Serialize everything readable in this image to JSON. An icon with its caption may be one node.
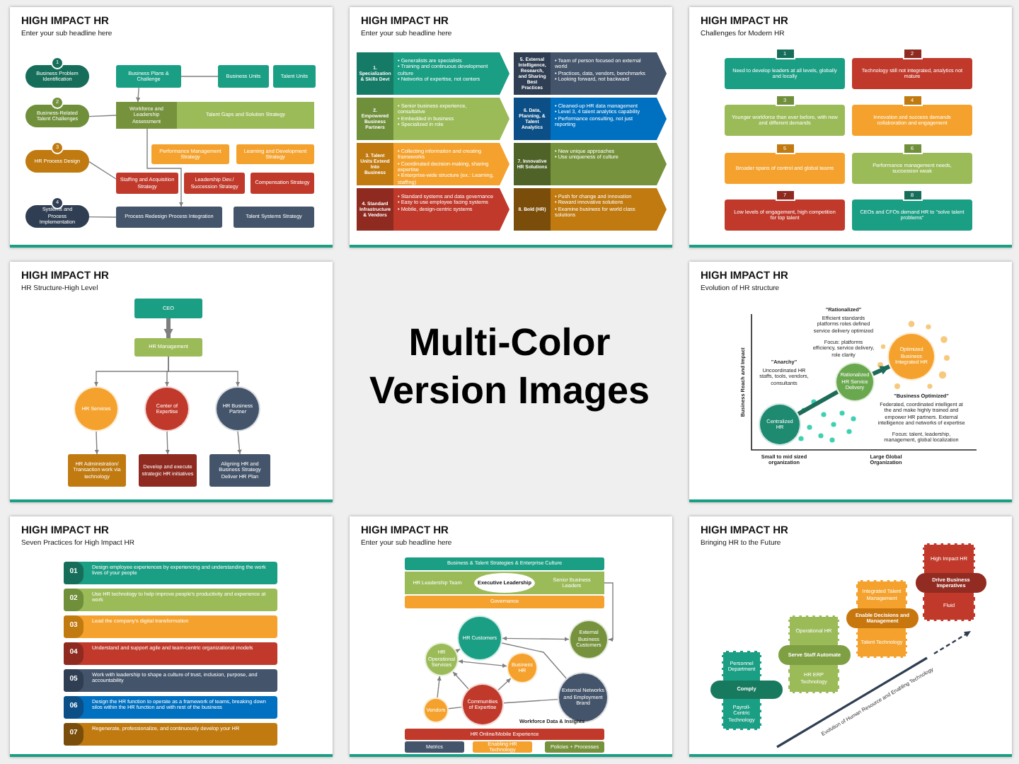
{
  "diagram": {
    "title": "Multi-Color Version Images",
    "nodes": [
      {
        "text": [
          "HIGH IMPACT HR",
          "Enter your sub headline here"
        ]
      },
      {
        "text": [
          "1",
          "Business Problem Identification"
        ],
        "in": 0
      },
      {
        "text": [
          "2",
          "Business-Related Talent Challenges"
        ],
        "in": 0
      },
      {
        "text": [
          "3",
          "HR Process Design"
        ],
        "in": 0
      },
      {
        "text": [
          "4",
          "Systems and Process Implementation"
        ],
        "in": 0
      },
      {
        "text": [
          "Business Plans & Challenge"
        ],
        "in": 0
      },
      {
        "text": [
          "Business Units"
        ],
        "in": 0
      },
      {
        "text": [
          "Talent Units"
        ],
        "in": 0
      },
      {
        "text": [
          "Workforce and Leadership Assessment",
          "Talent Gaps and Solution Strategy"
        ],
        "in": 0
      },
      {
        "text": [
          "Performance Management Strategy"
        ],
        "in": 0
      },
      {
        "text": [
          "Learning and Development Strategy"
        ],
        "in": 0
      },
      {
        "text": [
          "Staffing and Acquisition Strategy"
        ],
        "in": 0
      },
      {
        "text": [
          "Leadership Dev./ Succession Strategy"
        ],
        "in": 0
      },
      {
        "text": [
          "Compensation Strategy"
        ],
        "in": 0
      },
      {
        "text": [
          "Process Redesign Process Integration"
        ],
        "in": 0
      },
      {
        "text": [
          "Talent Systems Strategy"
        ],
        "in": 0
      },
      {
        "text": [
          "HIGH IMPACT HR",
          "Enter your sub headline here"
        ]
      },
      {
        "text": [
          "1. Specialization & Skills Devt",
          "• Generalists are specialists",
          "• Training and continuous development culture",
          "• Networks of expertise, not centers"
        ],
        "in": 16
      },
      {
        "text": [
          "2. Empowered Business Partners",
          "• Senior business experience, consultative",
          "• Embedded in business",
          "• Specialized in role"
        ],
        "in": 16
      },
      {
        "text": [
          "3. Talent Units Extend Into Business",
          "• Collecting information and creating frameworks",
          "• Coordinated decision-making, sharing expertise",
          "• Enterprise-wide structure (ex.: Learning, staffing)"
        ],
        "in": 16
      },
      {
        "text": [
          "4. Standard Infrastructure & Vendors",
          "• Standard systems and data governance",
          "• Easy to use employee facing systems",
          "• Mobile, design-centric systems"
        ],
        "in": 16
      },
      {
        "text": [
          "5. External Intelligence, Research, and Sharing Best Practices",
          "• Team of person focused on external world",
          "• Practices, data, vendors, benchmarks",
          "• Looking forward, not backward"
        ],
        "in": 16
      },
      {
        "text": [
          "6. Data, Planning, & Talent Analytics",
          "• Cleaned-up HR data management",
          "• Level 3, 4 talent analytics capability",
          "• Performance consulting, not just reporting"
        ],
        "in": 16
      },
      {
        "text": [
          "7. Innovative HR Solutions",
          "• New unique approaches",
          "• Use uniqueness of culture"
        ],
        "in": 16
      },
      {
        "text": [
          "8. Bold (HR)",
          "• Push for change and innovation",
          "• Reward innovative solutions",
          "• Examine business for world class solutions"
        ],
        "in": 16
      },
      {
        "text": [
          "HIGH IMPACT HR",
          "Challenges for Modern HR"
        ]
      },
      {
        "text": [
          "1",
          "Need to develop leaders at all levels, globally and locally"
        ],
        "in": 25
      },
      {
        "text": [
          "2",
          "Technology still not integrated, analytics not mature"
        ],
        "in": 25
      },
      {
        "text": [
          "3",
          "Younger workforce than ever before, with new and different demands"
        ],
        "in": 25
      },
      {
        "text": [
          "4",
          "Innovation and success demands collaboration and engagement"
        ],
        "in": 25
      },
      {
        "text": [
          "5",
          "Broader spans of control and global teams"
        ],
        "in": 25
      },
      {
        "text": [
          "6",
          "Performance management needs, succession weak"
        ],
        "in": 25
      },
      {
        "text": [
          "7",
          "Low levels of engagement, high competition for top talent"
        ],
        "in": 25
      },
      {
        "text": [
          "8",
          "CEOs and CFOs demand HR to \"solve talent problems\""
        ],
        "in": 25
      },
      {
        "text": [
          "HIGH IMPACT HR",
          "HR Structure-High Level"
        ]
      },
      {
        "text": [
          "CEO"
        ],
        "in": 34
      },
      {
        "text": [
          "HR Management"
        ],
        "in": 34
      },
      {
        "text": [
          "HR Services"
        ],
        "in": 34
      },
      {
        "text": [
          "Center of Expertise"
        ],
        "in": 34
      },
      {
        "text": [
          "HR Business Partner"
        ],
        "in": 34
      },
      {
        "text": [
          "HR Administration/ Transaction work via technology"
        ],
        "in": 34
      },
      {
        "text": [
          "Develop and execute strategic HR initiatives"
        ],
        "in": 34
      },
      {
        "text": [
          "Aligning HR and Business Strategy Deliver HR Plan"
        ],
        "in": 34
      },
      {
        "text": [
          "HIGH IMPACT HR",
          "Evolution of HR structure"
        ]
      },
      {
        "text": [
          "Centralized HR"
        ],
        "in": 43,
        "beside": [
          "\"Anarchy\"",
          "Uncoordinated HR staffs, tools, vendors, consultants"
        ]
      },
      {
        "text": [
          "Rationalized HR Service Delivery"
        ],
        "in": 43,
        "beside": [
          "\"Rationalized\"",
          "Efficient standards platforms roles defined service delivery optimized",
          "Focus: platforms efficiency, service delivery, role clarity"
        ]
      },
      {
        "text": [
          "Optimized Business Integrated HR"
        ],
        "in": 43,
        "beside": [
          "\"Business Optimized\"",
          "Federated, coordinated intelligent at the and make highly trained and empower HR partners. External intelligence and networks of expertise",
          "Focus: talent, leadership, management, global localization"
        ]
      },
      {
        "text": [
          "HIGH IMPACT HR",
          "Seven Practices for High Impact HR"
        ]
      },
      {
        "text": [
          "01",
          "Design employee experiences by experiencing and understanding the work lives of your people"
        ],
        "in": 47
      },
      {
        "text": [
          "02",
          "Use HR technology to help improve people's productivity and experience at work"
        ],
        "in": 47
      },
      {
        "text": [
          "03",
          "Lead the company's digital transformation"
        ],
        "in": 47
      },
      {
        "text": [
          "04",
          "Understand and support agile and team-centric organizational models"
        ],
        "in": 47
      },
      {
        "text": [
          "05",
          "Work with leadership to shape a culture of trust, inclusion, purpose, and accountability"
        ],
        "in": 47
      },
      {
        "text": [
          "06",
          "Design the HR function to operate as a framework of teams, breaking down silos within the HR function and with rest of the business"
        ],
        "in": 47
      },
      {
        "text": [
          "07",
          "Regenerate, professionalize, and continuously develop your HR"
        ],
        "in": 47
      },
      {
        "text": [
          "HIGH IMPACT HR",
          "Enter your sub headline here"
        ]
      },
      {
        "text": [
          "Business & Talent Strategies & Enterprise Culture"
        ],
        "in": 55
      },
      {
        "text": [
          "HR Leadership Team",
          "Senior Business Leaders"
        ],
        "in": 55
      },
      {
        "text": [
          "Executive Leadership"
        ],
        "in": 57
      },
      {
        "text": [
          "Governance"
        ],
        "in": 55
      },
      {
        "text": [
          "HR Customers"
        ],
        "in": 55
      },
      {
        "text": [
          "External Business Customers"
        ],
        "in": 55
      },
      {
        "text": [
          "HR Operational Services"
        ],
        "in": 55
      },
      {
        "text": [
          "Business HR"
        ],
        "in": 55
      },
      {
        "text": [
          "Communities of Expertise"
        ],
        "in": 55
      },
      {
        "text": [
          "Vendors"
        ],
        "in": 55
      },
      {
        "text": [
          "External Networks and Employment Brand"
        ],
        "in": 55
      },
      {
        "text": [
          "HR Online/Mobile Experience"
        ],
        "in": 55
      },
      {
        "text": [
          "Metrics"
        ],
        "in": 55
      },
      {
        "text": [
          "Enabling HR Technology"
        ],
        "in": 55
      },
      {
        "text": [
          "Policies + Processes"
        ],
        "in": 55
      },
      {
        "text": [
          "HIGH IMPACT HR",
          "Bringing HR to the Future"
        ]
      },
      {
        "text": [
          "Personnel Department",
          "Comply",
          "Payroll-Centric Technology"
        ],
        "in": 71
      },
      {
        "text": [
          "Operational HR",
          "Serve Staff Automate",
          "HR ERP Technology"
        ],
        "in": 71
      },
      {
        "text": [
          "Integrated Talent Management",
          "Enable Decisions and Management",
          "Talent Technology"
        ],
        "in": 71
      },
      {
        "text": [
          "High Impact HR",
          "Drive Business Imperatives",
          "Fluid"
        ],
        "in": 71
      }
    ],
    "edges": [
      {
        "from": 5,
        "to": 8,
        "arrow": "to"
      },
      {
        "from": 5,
        "to": 6,
        "arrow": "none"
      },
      {
        "from": 8,
        "to": 14,
        "arrow": "to"
      },
      {
        "from": 2,
        "to": 8,
        "arrow": "none"
      },
      {
        "from": 3,
        "to": 11,
        "arrow": "none"
      },
      {
        "from": 4,
        "to": 14,
        "arrow": "none"
      },
      {
        "from": 35,
        "to": 36,
        "arrow": "to",
        "style": "thick"
      },
      {
        "from": 36,
        "to": 37,
        "arrow": "to"
      },
      {
        "from": 36,
        "to": 38,
        "arrow": "to"
      },
      {
        "from": 36,
        "to": 39,
        "arrow": "to"
      },
      {
        "from": 37,
        "to": 40,
        "arrow": "to"
      },
      {
        "from": 38,
        "to": 41,
        "arrow": "to"
      },
      {
        "from": 39,
        "to": 42,
        "arrow": "to"
      },
      {
        "from": 44,
        "to": 45,
        "arrow": "none",
        "style": "thick",
        "color": "#1e6b57"
      },
      {
        "from": 45,
        "to": 46,
        "arrow": "to",
        "style": "thick",
        "color": "#1e6b57"
      },
      {
        "from": 57,
        "to": 61,
        "arrow": "to"
      },
      {
        "from": 60,
        "to": 61,
        "arrow": "both"
      },
      {
        "from": 62,
        "to": 60,
        "arrow": "to"
      },
      {
        "from": 62,
        "to": 63,
        "arrow": "both"
      },
      {
        "from": 64,
        "to": 62,
        "arrow": "to"
      },
      {
        "from": 64,
        "to": 63,
        "arrow": "to"
      },
      {
        "from": 64,
        "to": 66,
        "arrow": "none"
      },
      {
        "from": 60,
        "to": 66,
        "arrow": "none"
      },
      {
        "from": 65,
        "to": 62,
        "arrow": "to"
      },
      {
        "from": 65,
        "to": 64,
        "arrow": "none"
      }
    ],
    "labels": [
      "Business Reach and Impact",
      "Small to mid sized organization",
      "Large Global Organization",
      "Workforce Data & Insights",
      "Evolution of Human Resource and Enabling Technology"
    ]
  }
}
